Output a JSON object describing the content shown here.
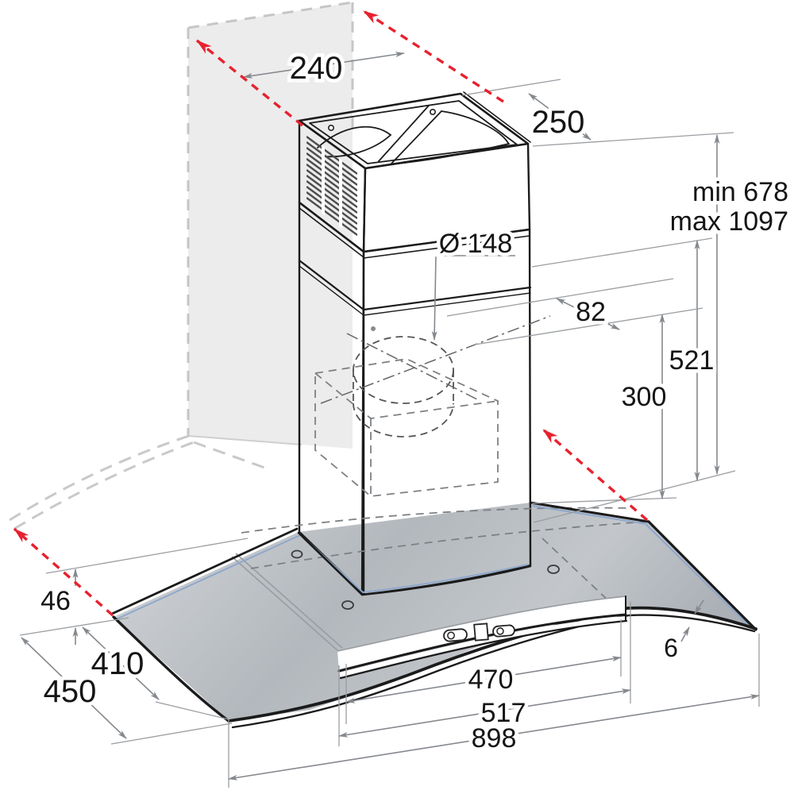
{
  "diagram": {
    "kind": "cooker-hood installation dimension drawing",
    "labels": {
      "top_width": "240",
      "top_depth": "250",
      "height_min": "min 678",
      "height_max": "max 1097",
      "duct_diameter": "Ø 148",
      "duct_offset": "82",
      "upper_height": "521",
      "lower_height": "300",
      "glass_rise": "46",
      "inner_depth": "410",
      "total_depth": "450",
      "control_width": "470",
      "body_width": "517",
      "total_width": "898",
      "glass_thickness": "6"
    },
    "colors": {
      "accent_red": "#e8212e",
      "dimension_gray": "#85898e",
      "text": "#151515",
      "wall_fill": "#ececec",
      "glass_light": "#d3d6d9",
      "glass_dark": "#a6abb1",
      "glass_edge_blue": "#8fa8cc"
    }
  }
}
